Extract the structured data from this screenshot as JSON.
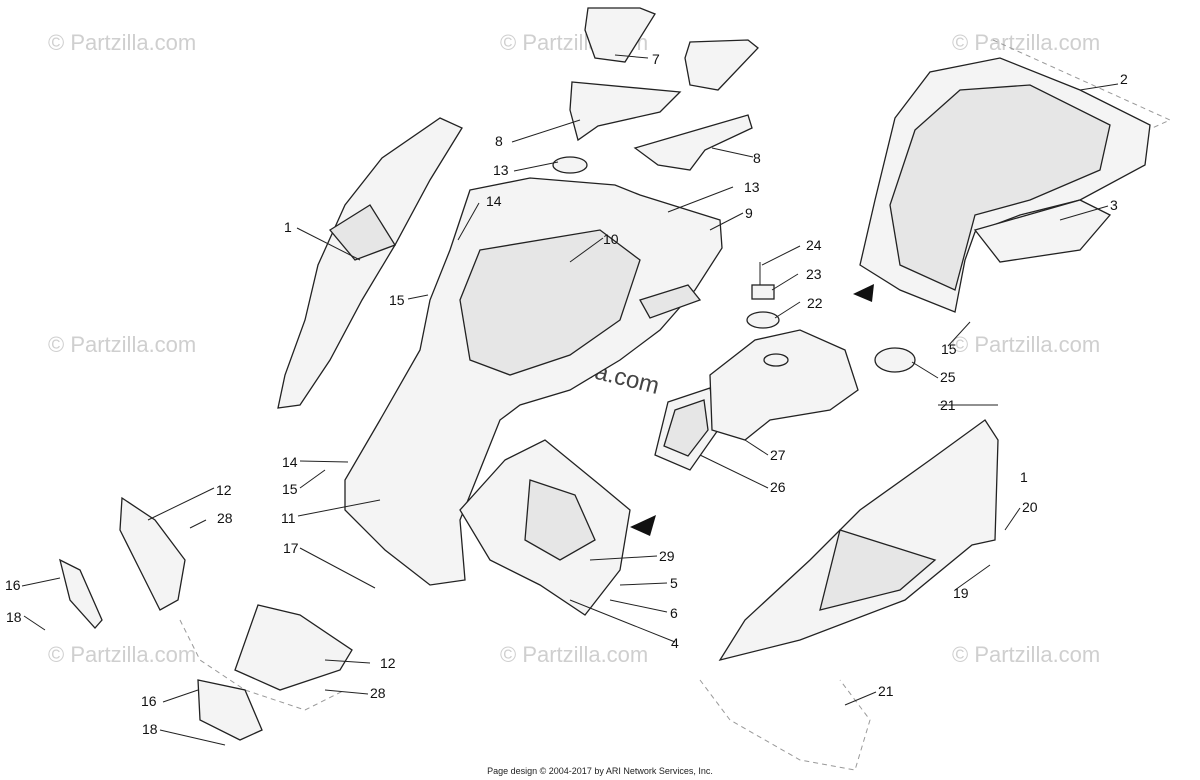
{
  "watermarks": {
    "text": "© Partzilla.com",
    "center_text": "© Partzilla.com"
  },
  "footer": {
    "text": "Page design © 2004-2017 by ARI Network Services, Inc."
  },
  "callouts": [
    {
      "id": "c1a",
      "label": "1"
    },
    {
      "id": "c1b",
      "label": "1"
    },
    {
      "id": "c2",
      "label": "2"
    },
    {
      "id": "c3",
      "label": "3"
    },
    {
      "id": "c4",
      "label": "4"
    },
    {
      "id": "c5",
      "label": "5"
    },
    {
      "id": "c6",
      "label": "6"
    },
    {
      "id": "c7",
      "label": "7"
    },
    {
      "id": "c8a",
      "label": "8"
    },
    {
      "id": "c8b",
      "label": "8"
    },
    {
      "id": "c9",
      "label": "9"
    },
    {
      "id": "c10",
      "label": "10"
    },
    {
      "id": "c11",
      "label": "11"
    },
    {
      "id": "c12a",
      "label": "12"
    },
    {
      "id": "c12b",
      "label": "12"
    },
    {
      "id": "c13a",
      "label": "13"
    },
    {
      "id": "c13b",
      "label": "13"
    },
    {
      "id": "c14a",
      "label": "14"
    },
    {
      "id": "c14b",
      "label": "14"
    },
    {
      "id": "c15a",
      "label": "15"
    },
    {
      "id": "c15b",
      "label": "15"
    },
    {
      "id": "c15c",
      "label": "15"
    },
    {
      "id": "c16a",
      "label": "16"
    },
    {
      "id": "c16b",
      "label": "16"
    },
    {
      "id": "c17",
      "label": "17"
    },
    {
      "id": "c18a",
      "label": "18"
    },
    {
      "id": "c18b",
      "label": "18"
    },
    {
      "id": "c19",
      "label": "19"
    },
    {
      "id": "c20",
      "label": "20"
    },
    {
      "id": "c21a",
      "label": "21"
    },
    {
      "id": "c21b",
      "label": "21"
    },
    {
      "id": "c22",
      "label": "22"
    },
    {
      "id": "c23",
      "label": "23"
    },
    {
      "id": "c24",
      "label": "24"
    },
    {
      "id": "c25",
      "label": "25"
    },
    {
      "id": "c26",
      "label": "26"
    },
    {
      "id": "c27",
      "label": "27"
    },
    {
      "id": "c28a",
      "label": "28"
    },
    {
      "id": "c28b",
      "label": "28"
    },
    {
      "id": "c29",
      "label": "29"
    }
  ]
}
